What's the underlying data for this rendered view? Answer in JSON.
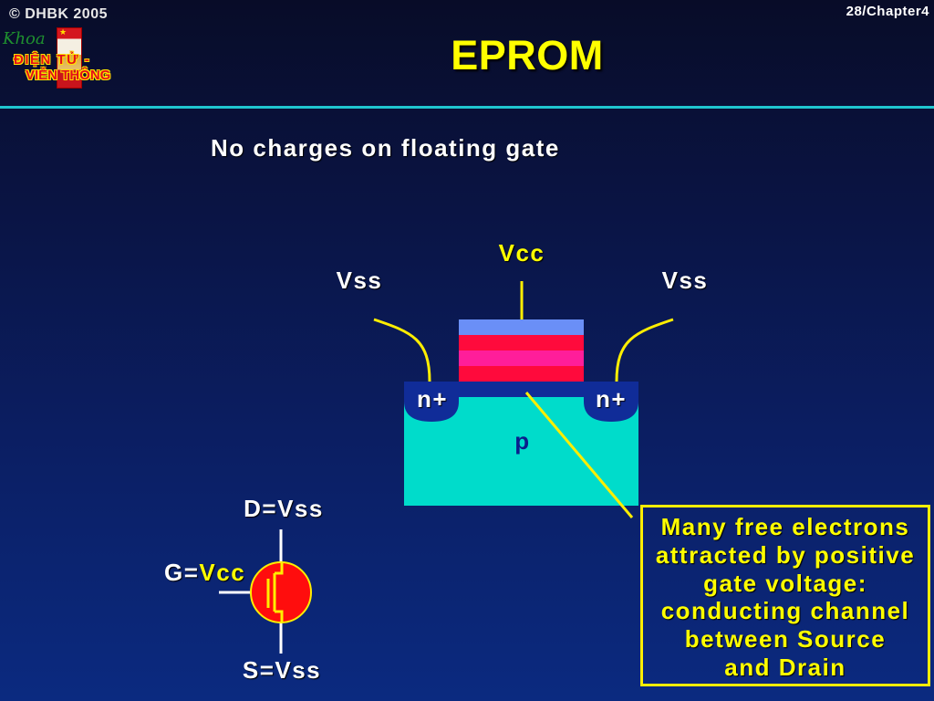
{
  "header": {
    "copyright": "© DHBK 2005",
    "page_number": "28/Chapter4"
  },
  "logo": {
    "script_text": "Khoa",
    "line1": "ĐIỆN TỬ -",
    "line2": "VIỄN THÔNG"
  },
  "title": "EPROM",
  "subtitle": "No charges on floating gate",
  "cross_section": {
    "gate_terminal": "Vcc",
    "left_terminal": "Vss",
    "right_terminal": "Vss",
    "left_region": "n+",
    "right_region": "n+",
    "substrate": "p"
  },
  "callout": {
    "lines": [
      "Many free electrons",
      "attracted by positive",
      "gate voltage:",
      "conducting channel",
      "between Source",
      "and Drain"
    ]
  },
  "symbol": {
    "drain_label": "D=Vss",
    "gate_prefix": "G=",
    "gate_value": "Vcc",
    "source_label": "S=Vss"
  },
  "colors": {
    "title": "#ffff00",
    "divider": "#1fc6cf",
    "substrate": "#00dccb",
    "n_region": "#102c98",
    "control_gate": "#6a8ff7",
    "insulator": "#ff0a3c",
    "floating_gate": "#ff1e9a",
    "wire": "#ffee00",
    "symbol_fill": "#ff0d0d"
  }
}
